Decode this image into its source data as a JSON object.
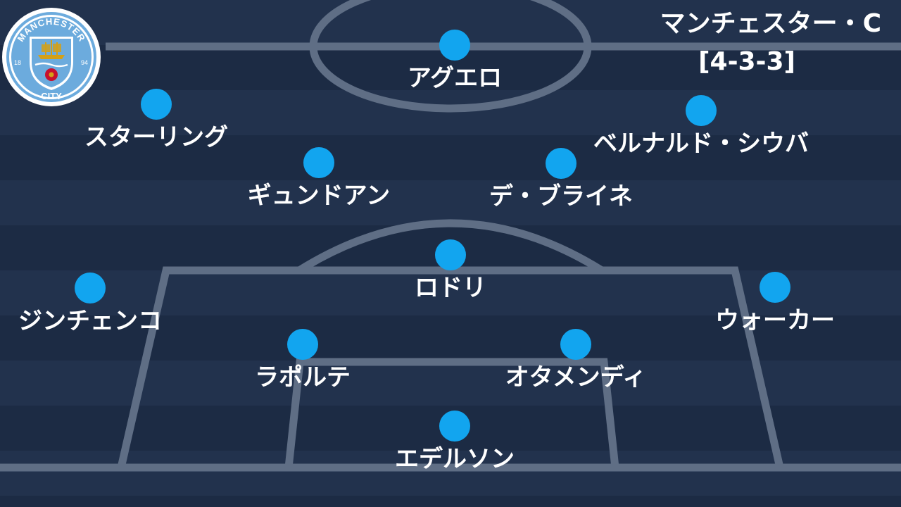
{
  "team": {
    "name": "マンチェスター・C",
    "formation": "[4-3-3]"
  },
  "crest": {
    "top_text": "MANCHESTER",
    "bottom_text": "CITY",
    "year_left": "18",
    "year_right": "94",
    "colors": {
      "ring": "#ffffff",
      "sky_blue": "#6cabdd",
      "navy": "#1c2c5b",
      "gold": "#d4a017",
      "red": "#c8102e"
    }
  },
  "colors": {
    "player_dot": "#12a5ef",
    "pitch_dark": "#1c2b44",
    "pitch_light": "#22324d",
    "text": "#ffffff",
    "lines": "#5f6e85"
  },
  "players": [
    {
      "role": "forward",
      "name": "アグエロ"
    },
    {
      "role": "left-wing",
      "name": "スターリング"
    },
    {
      "role": "right-wing",
      "name": "ベルナルド・シウバ"
    },
    {
      "role": "left-mid",
      "name": "ギュンドアン"
    },
    {
      "role": "right-mid",
      "name": "デ・ブライネ"
    },
    {
      "role": "defensive-mid",
      "name": "ロドリ"
    },
    {
      "role": "left-back",
      "name": "ジンチェンコ"
    },
    {
      "role": "right-back",
      "name": "ウォーカー"
    },
    {
      "role": "left-center-back",
      "name": "ラポルテ"
    },
    {
      "role": "right-center-back",
      "name": "オタメンディ"
    },
    {
      "role": "goalkeeper",
      "name": "エデルソン"
    }
  ]
}
